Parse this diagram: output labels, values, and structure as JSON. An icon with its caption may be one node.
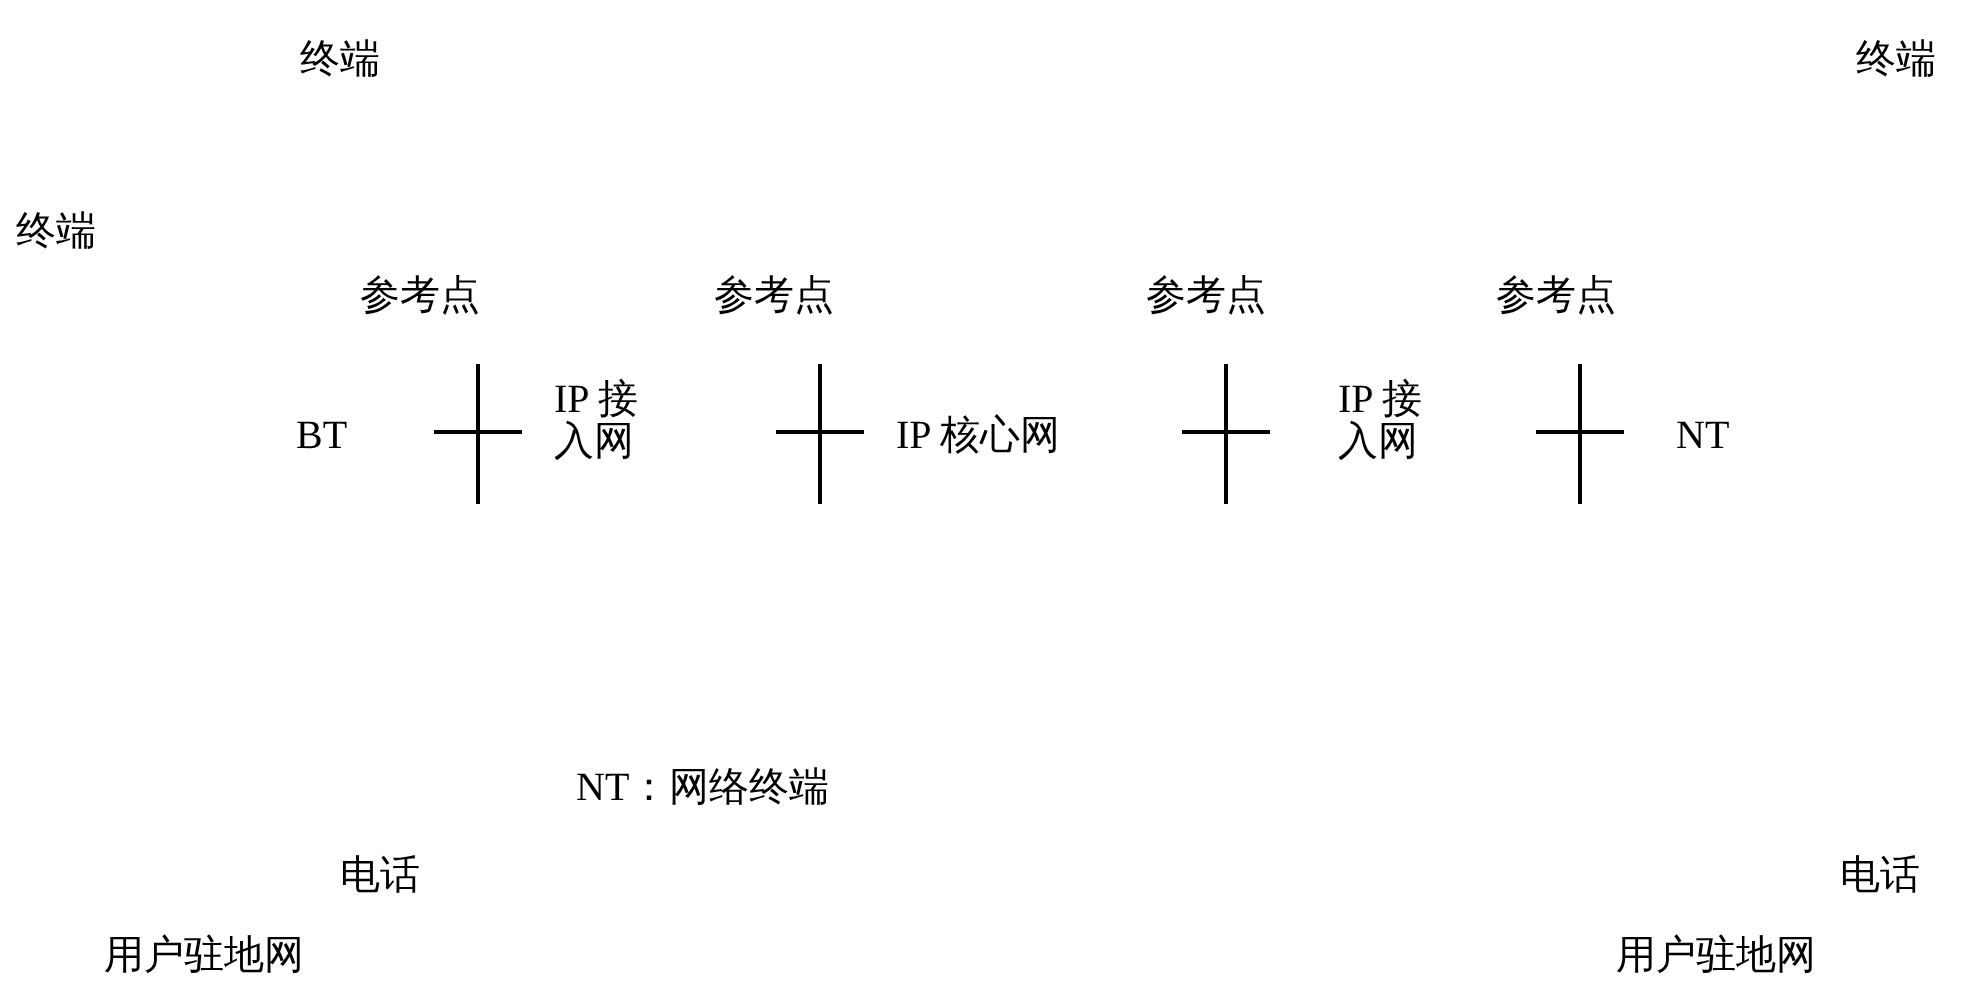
{
  "diagram": {
    "labels": [
      "终端",
      "终端",
      "终端",
      "参考点",
      "参考点",
      "参考点",
      "参考点",
      "BT",
      "IP 接入网",
      "IP 核心网",
      "IP 接入网",
      "NT",
      "NT：网络终端",
      "电话",
      "电话",
      "用户驻地网",
      "用户驻地网"
    ]
  }
}
